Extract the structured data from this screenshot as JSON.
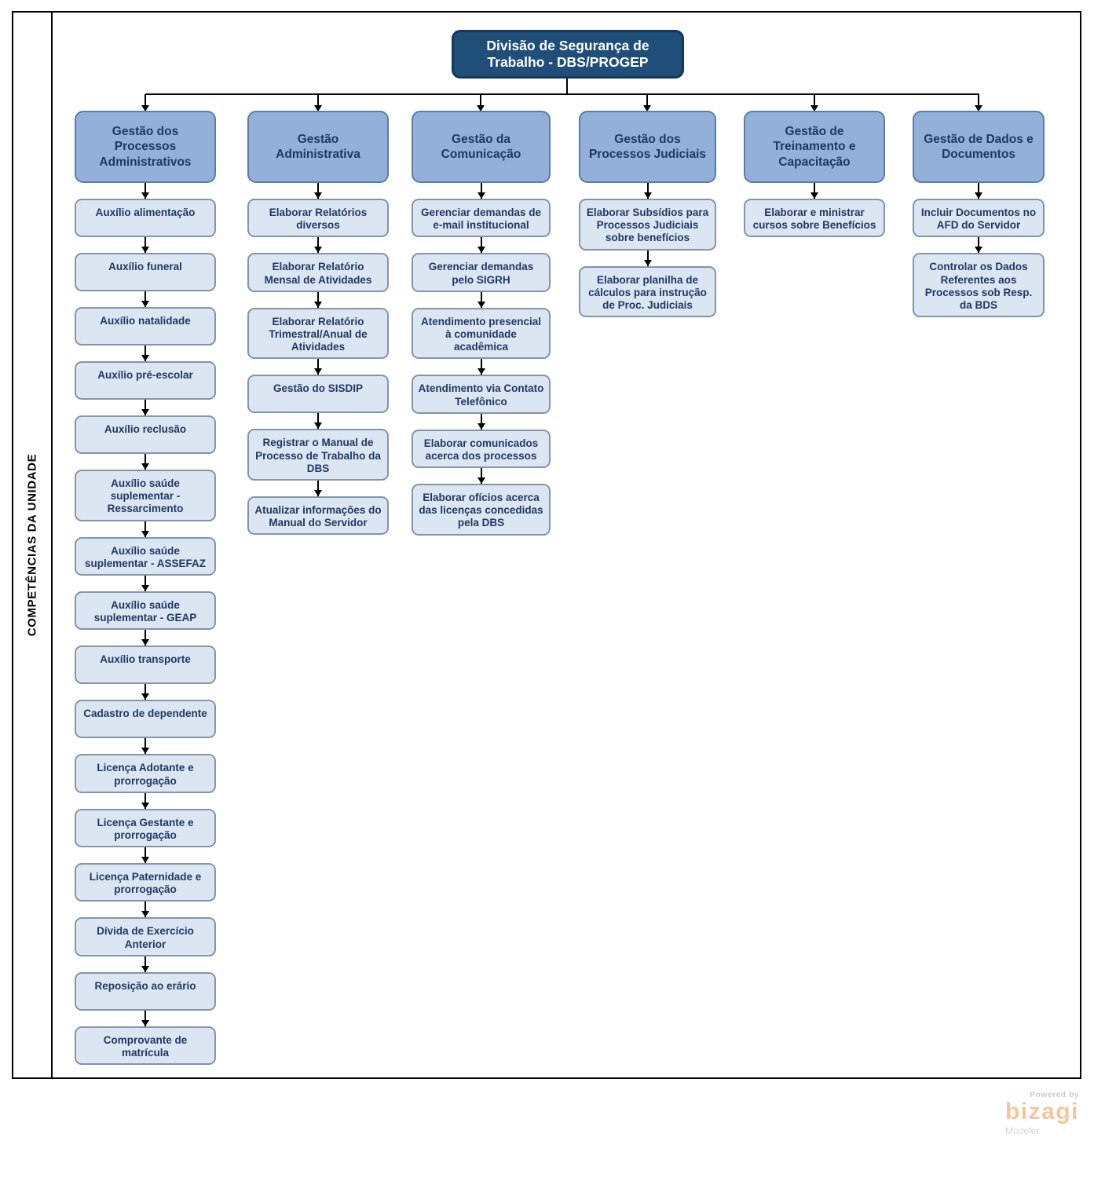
{
  "lane_label": "COMPETÊNCIAS DA UNIDADE",
  "root_title": "Divisão de Segurança de Trabalho - DBS/PROGEP",
  "columns": [
    {
      "header": "Gestão dos Processos Administrativos",
      "items": [
        "Auxílio alimentação",
        "Auxílio funeral",
        "Auxílio natalidade",
        "Auxílio pré-escolar",
        "Auxílio reclusão",
        "Auxílio saúde suplementar - Ressarcimento",
        "Auxílio saúde suplementar - ASSEFAZ",
        "Auxílio saúde suplementar - GEAP",
        "Auxílio transporte",
        "Cadastro de dependente",
        "Licença Adotante e prorrogação",
        "Licença Gestante e prorrogação",
        "Licença Paternidade e prorrogação",
        "Dívida de Exercício Anterior",
        "Reposição ao erário",
        "Comprovante de matrícula"
      ]
    },
    {
      "header": "Gestão Administrativa",
      "items": [
        "Elaborar Relatórios diversos",
        "Elaborar Relatório Mensal de Atividades",
        "Elaborar Relatório Trimestral/Anual de Atividades",
        "Gestão do SISDIP",
        "Registrar o Manual de Processo de Trabalho da DBS",
        "Atualizar informações do Manual do Servidor"
      ]
    },
    {
      "header": "Gestão da Comunicação",
      "items": [
        "Gerenciar demandas de e-mail institucional",
        "Gerenciar demandas pelo SIGRH",
        "Atendimento presencial à comunidade acadêmica",
        "Atendimento via Contato Telefônico",
        "Elaborar comunicados acerca dos processos",
        "Elaborar ofícios acerca das licenças concedidas pela DBS"
      ]
    },
    {
      "header": "Gestão dos Processos Judiciais",
      "items": [
        "Elaborar Subsídios para Processos Judiciais sobre benefícios",
        "Elaborar planilha de cálculos para instrução de Proc. Judiciais"
      ]
    },
    {
      "header": "Gestão de Treinamento e Capacitação",
      "items": [
        "Elaborar e ministrar cursos sobre Benefícios"
      ]
    },
    {
      "header": "Gestão de Dados e Documentos",
      "items": [
        "Incluir Documentos no AFD do Servidor",
        "Controlar os Dados Referentes aos Processos sob Resp. da BDS"
      ]
    }
  ],
  "watermark": {
    "powered_by": "Powered by",
    "brand": "bizagi",
    "product": "Modeler"
  },
  "colors": {
    "root_fill": "#1F4E79",
    "root_border": "#17375E",
    "header_fill": "#92B0D8",
    "header_border": "#5C7BAC",
    "item_fill": "#DCE6F2",
    "item_border": "#8495A7",
    "text_dark": "#1F3864",
    "brand_peach": "#F4C69E"
  }
}
